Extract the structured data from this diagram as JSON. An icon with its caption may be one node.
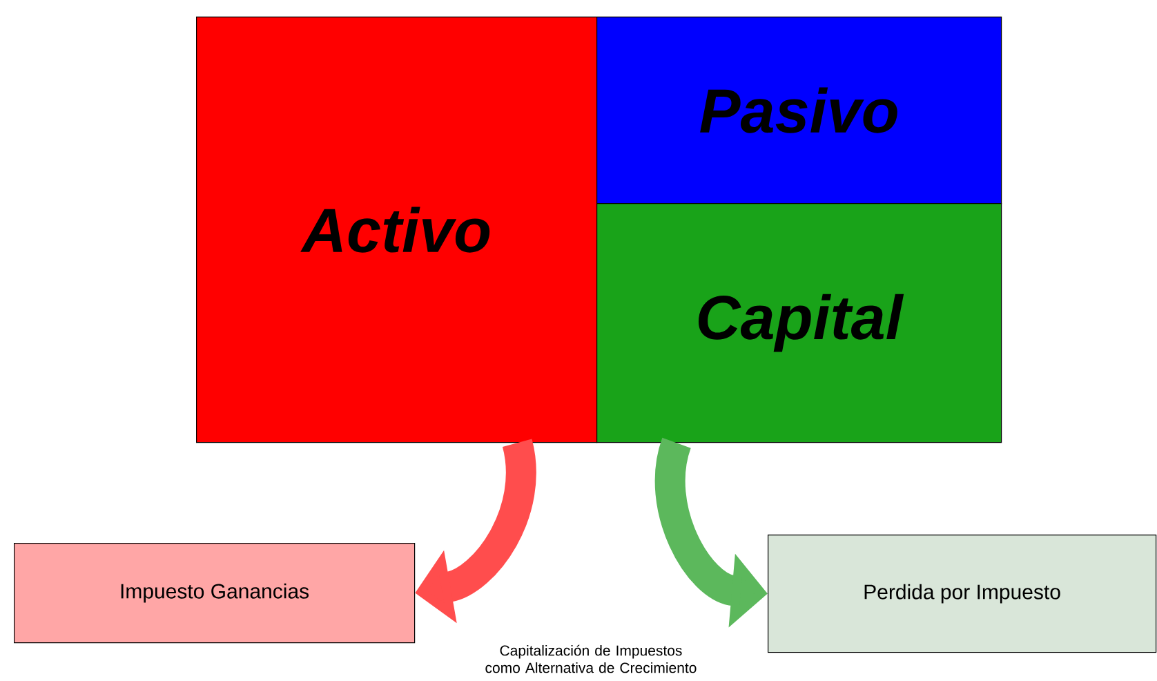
{
  "diagram": {
    "nodes": [
      {
        "text": [
          "Activo"
        ]
      },
      {
        "text": [
          "Pasivo"
        ]
      },
      {
        "text": [
          "Capital"
        ]
      },
      {
        "text": [
          "Impuesto Ganancias"
        ]
      },
      {
        "text": [
          "Perdida por Impuesto"
        ]
      }
    ],
    "edges": [
      {
        "from": 0,
        "to": 3,
        "arrow": "to",
        "color": "#ff4d4d"
      },
      {
        "from": 2,
        "to": 4,
        "arrow": "to",
        "color": "#5cb85c"
      }
    ],
    "labels": [
      "Capitalización de Impuestos como Alternativa de Crecimiento"
    ]
  }
}
